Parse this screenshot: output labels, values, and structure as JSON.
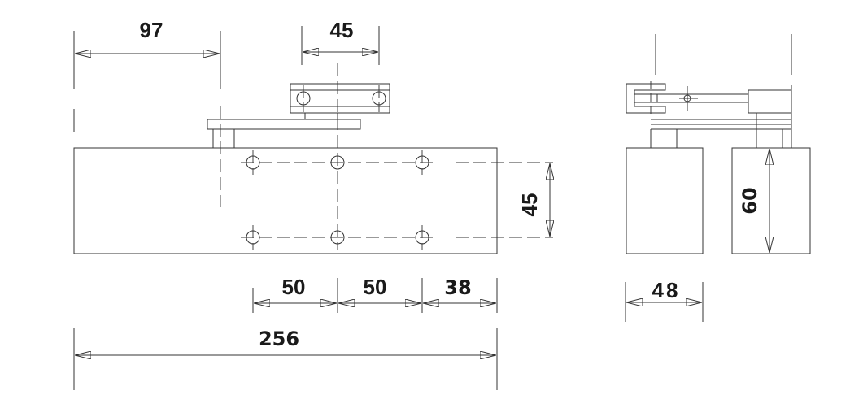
{
  "colors": {
    "line": "#333333",
    "text": "#1a1a1a",
    "background": "#ffffff"
  },
  "dimensions": {
    "offset_left": "97",
    "arm_holes": "45",
    "hole_vertical": "45",
    "hole_spacing_1": "50",
    "hole_spacing_2": "50",
    "hole_end": "38",
    "total_length": "256",
    "side_width": "48",
    "side_height": "60"
  }
}
